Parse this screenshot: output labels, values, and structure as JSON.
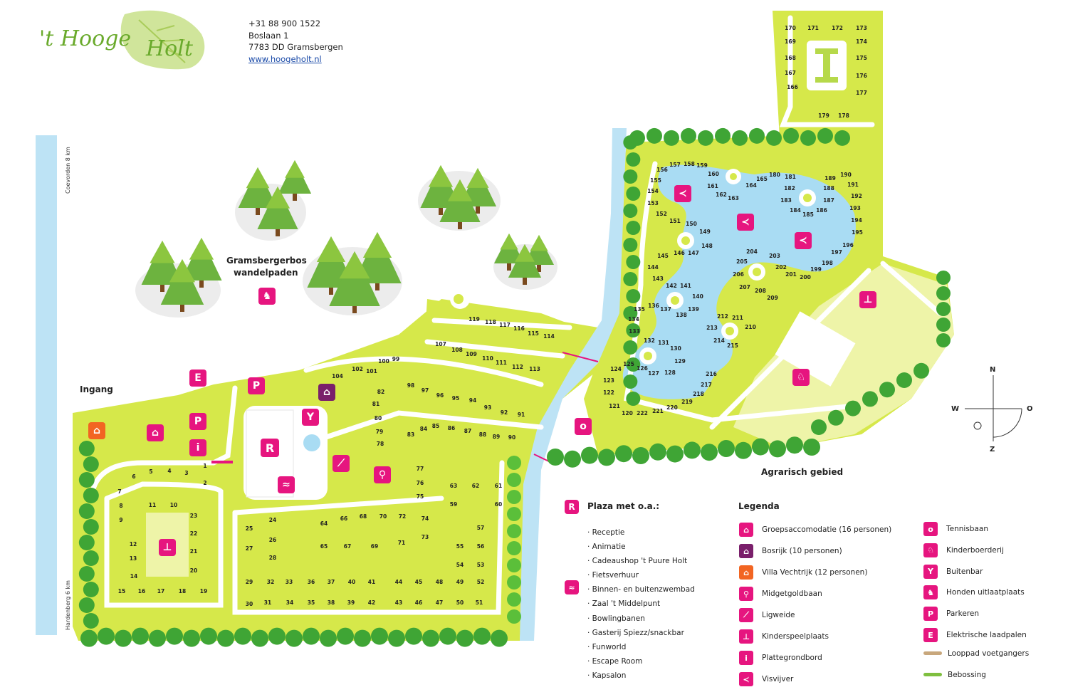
{
  "brand": {
    "logo_text_1": "'t Hooge",
    "logo_text_2": "Holt",
    "color_green": "#8cc63f",
    "color_pink": "#e6157f"
  },
  "contact": {
    "phone": "+31 88 900 1522",
    "street": "Boslaan 1",
    "city": "7783 DD Gramsbergen",
    "website": "www.hoogeholt.nl"
  },
  "areas": {
    "forest": "Gramsbergerbos",
    "forest_sub": "wandelpaden",
    "entrance": "Ingang",
    "agri": "Agrarisch gebied"
  },
  "roads": {
    "north": "Coevorden 8 km",
    "south": "Hardenberg 6 km"
  },
  "compass": {
    "n": "N",
    "s": "Z",
    "w": "W",
    "e": "O"
  },
  "plaza": {
    "icon": "R",
    "title": "Plaza met o.a.:",
    "items": [
      "· Receptie",
      "· Animatie",
      "· Cadeaushop 't Puure Holt",
      "· Fietsverhuur",
      "· Binnen- en buitenzwembad",
      "· Zaal 't Middelpunt",
      "· Bowlingbanen",
      "· Gasterij Spiezz/snackbar",
      "· Funworld",
      "· Escape Room",
      "· Kapsalon"
    ]
  },
  "legend": {
    "title": "Legenda",
    "col1": [
      {
        "icon": "house-icon",
        "label": "Groepsaccomodatie (16 personen)",
        "color": "#e6157f"
      },
      {
        "icon": "house-icon",
        "label": "Bosrijk (10 personen)",
        "color": "#7a1f6b"
      },
      {
        "icon": "house-icon",
        "label": "Villa Vechtrijk (12 personen)",
        "color": "#f26522"
      },
      {
        "icon": "golf-icon",
        "label": "Midgetgoldbaan",
        "color": "#e6157f"
      },
      {
        "icon": "lounger-icon",
        "label": "Ligweide",
        "color": "#e6157f"
      },
      {
        "icon": "seesaw-icon",
        "label": "Kinderspeelplaats",
        "color": "#e6157f"
      },
      {
        "icon": "info-icon",
        "label": "Plattegrondbord",
        "color": "#e6157f"
      },
      {
        "icon": "fish-icon",
        "label": "Visvijver",
        "color": "#e6157f"
      }
    ],
    "col2": [
      {
        "icon": "tennis-icon",
        "label": "Tennisbaan"
      },
      {
        "icon": "farm-icon",
        "label": "Kinderboerderij"
      },
      {
        "icon": "cocktail-icon",
        "label": "Buitenbar"
      },
      {
        "icon": "dog-icon",
        "label": "Honden uitlaatplaats"
      },
      {
        "icon": "parking-icon",
        "label": "Parkeren"
      },
      {
        "icon": "charging-icon",
        "label": "Elektrische laadpalen"
      },
      {
        "icon": "path-line",
        "label": "Looppad voetgangers",
        "color": "#c8a77c"
      },
      {
        "icon": "forest-line",
        "label": "Bebossing",
        "color": "#7fbf3f"
      }
    ]
  },
  "pitch_numbers": [
    "1",
    "2",
    "3",
    "4",
    "5",
    "6",
    "7",
    "8",
    "9",
    "10",
    "11",
    "12",
    "13",
    "14",
    "15",
    "16",
    "17",
    "18",
    "19",
    "20",
    "21",
    "22",
    "23",
    "24",
    "25",
    "26",
    "27",
    "28",
    "29",
    "30",
    "31",
    "32",
    "33",
    "34",
    "35",
    "36",
    "37",
    "38",
    "39",
    "40",
    "41",
    "42",
    "43",
    "44",
    "45",
    "46",
    "47",
    "48",
    "49",
    "50",
    "51",
    "52",
    "53",
    "54",
    "55",
    "56",
    "57",
    "59",
    "60",
    "61",
    "62",
    "63",
    "64",
    "65",
    "66",
    "67",
    "68",
    "69",
    "70",
    "71",
    "72",
    "73",
    "74",
    "75",
    "76",
    "77",
    "78",
    "79",
    "80",
    "81",
    "82",
    "83",
    "84",
    "85",
    "86",
    "87",
    "88",
    "89",
    "90",
    "91",
    "92",
    "93",
    "94",
    "95",
    "96",
    "97",
    "98",
    "99",
    "100",
    "101",
    "102",
    "104",
    "107",
    "108",
    "109",
    "110",
    "111",
    "112",
    "113",
    "114",
    "115",
    "116",
    "117",
    "118",
    "119",
    "120",
    "121",
    "122",
    "123",
    "124",
    "125",
    "126",
    "127",
    "128",
    "129",
    "130",
    "131",
    "132",
    "133",
    "134",
    "135",
    "136",
    "137",
    "138",
    "139",
    "140",
    "141",
    "142",
    "143",
    "144",
    "145",
    "146",
    "147",
    "148",
    "149",
    "150",
    "151",
    "152",
    "153",
    "154",
    "155",
    "156",
    "157",
    "158",
    "159",
    "160",
    "161",
    "162",
    "163",
    "164",
    "165",
    "166",
    "167",
    "168",
    "169",
    "170",
    "171",
    "172",
    "173",
    "174",
    "175",
    "176",
    "177",
    "178",
    "179",
    "180",
    "181",
    "182",
    "183",
    "184",
    "185",
    "186",
    "187",
    "188",
    "189",
    "190",
    "191",
    "192",
    "193",
    "194",
    "195",
    "196",
    "197",
    "198",
    "199",
    "200",
    "201",
    "202",
    "203",
    "204",
    "205",
    "206",
    "207",
    "208",
    "209",
    "210",
    "211",
    "212",
    "213",
    "214",
    "215",
    "216",
    "217",
    "218",
    "219",
    "220",
    "221",
    "222"
  ]
}
